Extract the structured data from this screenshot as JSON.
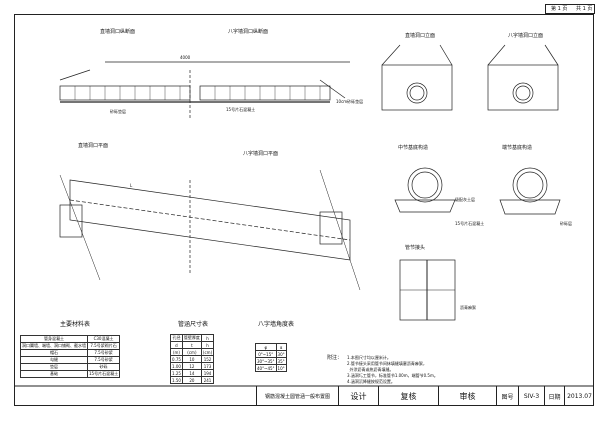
{
  "page": {
    "page_label": "第 1 页",
    "total_label": "共 1 页"
  },
  "views": {
    "straight_long": "直墙洞口纵断面",
    "eight_long": "八字墙洞口纵断面",
    "straight_plan": "直墙洞口平面",
    "eight_plan": "八字墙洞口平面",
    "straight_front": "直墙洞口立面",
    "eight_front": "八字墙洞口立面",
    "mid_base": "中节基底构造",
    "end_base": "端节基底构造",
    "joint": "管节接头"
  },
  "annotations": {
    "gravel_10cm": "10cm砂砾垫层",
    "gravel": "砂砾垫层",
    "grout_15": "15号片石混凝土",
    "grout_15b": "15号片石混凝土",
    "gravel_c": "砂砾层",
    "grade_lime": "级配灰土层",
    "asphalt": "沥青麻絮",
    "dim_top": "4000",
    "dim_l": "L"
  },
  "materials_table": {
    "title": "主要材料表",
    "rows": [
      [
        "管身混凝土",
        "C30混凝土"
      ],
      [
        "洞口翼墙、端墙、洞口铺砌、截水墙",
        "7.5号浆砌片石"
      ],
      [
        "帽石",
        "7.5号砂浆"
      ],
      [
        "勾缝",
        "7.5号砂浆"
      ],
      [
        "垫层",
        "砂砾"
      ],
      [
        "基础",
        "15号片石混凝土"
      ]
    ]
  },
  "pipe_table": {
    "title": "管涵尺寸表",
    "headers": [
      "孔径",
      "管壁厚度",
      "h"
    ],
    "sub": [
      "d",
      "t",
      "h"
    ],
    "units": [
      "(m)",
      "(cm)",
      "(cm)"
    ],
    "rows": [
      [
        "0.75",
        "10",
        "152"
      ],
      [
        "1.00",
        "12",
        "173"
      ],
      [
        "1.25",
        "14",
        "194"
      ],
      [
        "1.50",
        "20",
        "241"
      ]
    ]
  },
  "angle_table": {
    "title": "八字墙角度表",
    "headers": [
      "φ",
      "α"
    ],
    "rows": [
      [
        "0°~15°",
        "30°"
      ],
      [
        "30°~35°",
        "35°"
      ],
      [
        "40°~45°",
        "10°"
      ]
    ]
  },
  "notes": {
    "title": "附注：",
    "lines": [
      "1.本图尺寸均以厘米计。",
      "2.管节接头采用管节间抹填缝填塞沥青麻絮，",
      "  外涂沥青或热沥青填缝。",
      "3.涵洞圬工管节，标准管节1.00m，端管节0.5m。",
      "4.涵洞沉降缝按规范设置。"
    ]
  },
  "title_block": {
    "drawing_title": "钢筋混凝土圆管涵一般布置图",
    "design_label": "设计",
    "review_label": "复核",
    "audit_label": "审核",
    "fig_label": "图号",
    "fig_no": "SIV-3",
    "date_label": "日期",
    "date": "2013.07"
  }
}
